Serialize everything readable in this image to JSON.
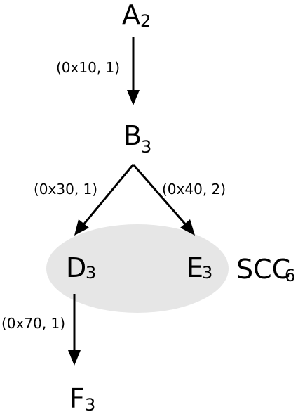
{
  "nodes": {
    "a": {
      "letter": "A",
      "sub": "2"
    },
    "b": {
      "letter": "B",
      "sub": "3"
    },
    "d": {
      "letter": "D",
      "sub": "3"
    },
    "e": {
      "letter": "E",
      "sub": "3"
    },
    "f": {
      "letter": "F",
      "sub": "3"
    }
  },
  "edges": {
    "a_b": {
      "label": "(0x10, 1)"
    },
    "b_d": {
      "label": "(0x30, 1)"
    },
    "b_e": {
      "label": "(0x40, 2)"
    },
    "d_f": {
      "label": "(0x70, 1)"
    }
  },
  "scc": {
    "letter": "SCC",
    "sub": "6",
    "fill": "#e6e6e6"
  },
  "colors": {
    "line": "#000000",
    "text": "#000000"
  }
}
